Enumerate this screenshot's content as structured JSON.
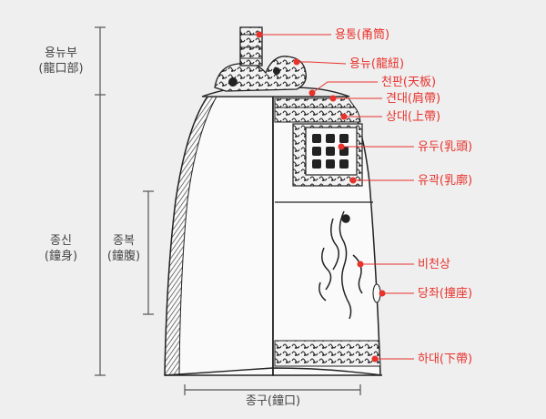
{
  "section_labels": {
    "yongnyubu": [
      "용뉴부",
      "(龍口部)"
    ],
    "jongsin": [
      "종신",
      "(鐘身)"
    ],
    "jongbok": [
      "종복",
      "(鐘腹)"
    ],
    "jonggu": "종구(鐘口)"
  },
  "part_labels": [
    "용통(甬筒)",
    "용뉴(龍紐)",
    "천판(天板)",
    "견대(肩帶)",
    "상대(上帶)",
    "유두(乳頭)",
    "유곽(乳廓)",
    "비천상",
    "당좌(撞座)",
    "하대(下帶)"
  ],
  "colors": {
    "background": "#efefef",
    "accent": "#e8322c",
    "bell_fill": "#fafafa",
    "ink": "#222222",
    "dimension_line": "#555555"
  }
}
